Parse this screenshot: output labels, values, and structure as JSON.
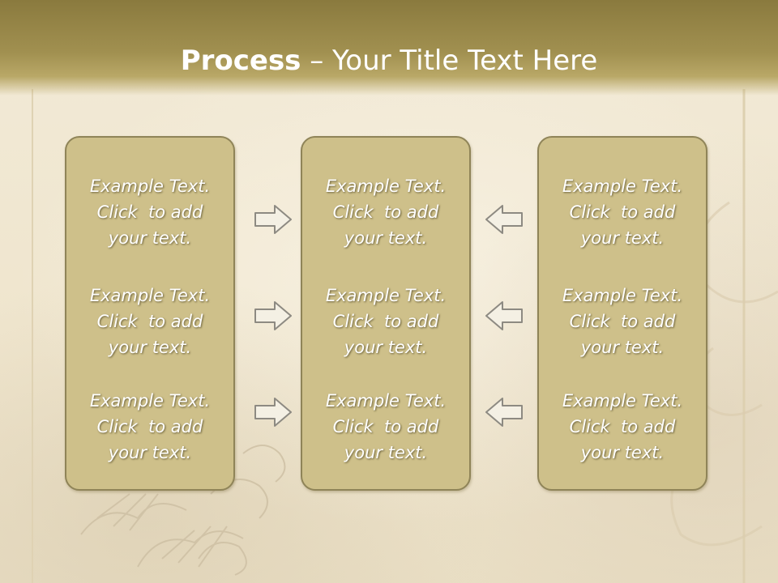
{
  "slide": {
    "title_bold": "Process",
    "title_rest": " – Your Title Text Here"
  },
  "columns": [
    {
      "items": [
        {
          "line1": "Example Text.",
          "line2": "Click  to add",
          "line3": "your text."
        },
        {
          "line1": "Example Text.",
          "line2": "Click  to add",
          "line3": "your text."
        },
        {
          "line1": "Example Text.",
          "line2": "Click  to add",
          "line3": "your text."
        }
      ]
    },
    {
      "items": [
        {
          "line1": "Example Text.",
          "line2": "Click  to add",
          "line3": "your text."
        },
        {
          "line1": "Example Text.",
          "line2": "Click  to add",
          "line3": "your text."
        },
        {
          "line1": "Example Text.",
          "line2": "Click  to add",
          "line3": "your text."
        }
      ]
    },
    {
      "items": [
        {
          "line1": "Example Text.",
          "line2": "Click  to add",
          "line3": "your text."
        },
        {
          "line1": "Example Text.",
          "line2": "Click  to add",
          "line3": "your text."
        },
        {
          "line1": "Example Text.",
          "line2": "Click  to add",
          "line3": "your text."
        }
      ]
    }
  ],
  "arrows": {
    "left_group": "right-arrow-icon",
    "right_group": "left-arrow-icon"
  },
  "colors": {
    "title_band": "#a19050",
    "box_fill": "#cec08a",
    "box_border": "#8f8458",
    "text": "#ffffff"
  }
}
